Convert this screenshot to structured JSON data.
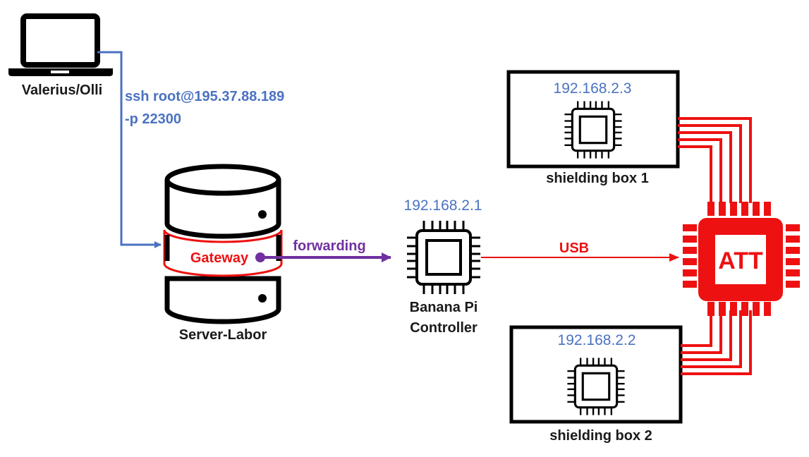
{
  "laptop": {
    "label": "Valerius/Olli"
  },
  "ssh": {
    "line1": "ssh root@195.37.88.189",
    "line2": "-p 22300"
  },
  "server": {
    "label": "Server-Labor",
    "gateway_label": "Gateway"
  },
  "forwarding": {
    "label": "forwarding"
  },
  "controller": {
    "ip": "192.168.2.1",
    "line1": "Banana Pi",
    "line2": "Controller"
  },
  "usb": {
    "label": "USB"
  },
  "att": {
    "label": "ATT"
  },
  "box1": {
    "ip": "192.168.2.3",
    "label": "shielding box 1"
  },
  "box2": {
    "ip": "192.168.2.2",
    "label": "shielding box 2"
  },
  "colors": {
    "blue": "#4a72c0",
    "purple": "#7030a0",
    "red": "#ee1111",
    "black": "#000000"
  }
}
